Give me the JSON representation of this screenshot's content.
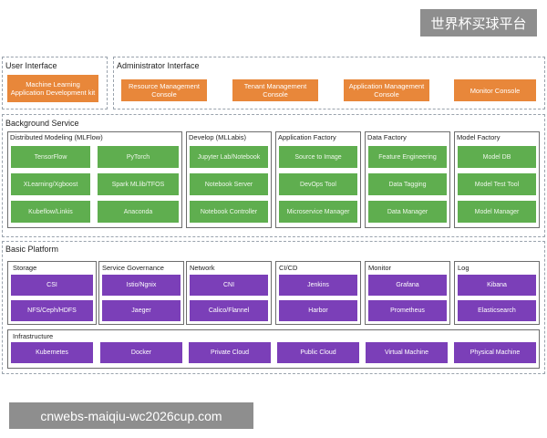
{
  "watermark_top": "世界杯买球平台",
  "watermark_bottom": "cnwebs-maiqiu-wc2026cup.com",
  "top_row": {
    "user_interface": {
      "title": "User Interface",
      "items": [
        "Machine Learning Application Development kit"
      ]
    },
    "admin_interface": {
      "title": "Administrator Interface",
      "items": [
        "Resource Management Console",
        "Tenant Management Console",
        "Application Management Console",
        "Monitor Console"
      ]
    }
  },
  "background_service": {
    "title": "Background Service",
    "groups": [
      {
        "title": "Distributed Modeling (MLFlow)",
        "items": [
          "TensorFlow",
          "PyTorch",
          "XLearning/Xgboost",
          "Spark MLlib/TFOS",
          "Kubeflow/Linkis",
          "Anaconda"
        ]
      },
      {
        "title": "Develop (MLLabis)",
        "items": [
          "Jupyter Lab/Notebook",
          "Notebook Server",
          "Notebook Controller"
        ]
      },
      {
        "title": "Application Factory",
        "items": [
          "Source to Image",
          "DevOps Tool",
          "Microservice Manager"
        ]
      },
      {
        "title": "Data Factory",
        "items": [
          "Feature Engineering",
          "Data Tagging",
          "Data Manager"
        ]
      },
      {
        "title": "Model Factory",
        "items": [
          "Model DB",
          "Model Test Tool",
          "Model Manager"
        ]
      }
    ]
  },
  "basic_platform": {
    "title": "Basic Platform",
    "groups": [
      {
        "title": "Storage",
        "items": [
          "CSI",
          "NFS/Ceph/HDFS"
        ]
      },
      {
        "title": "Service Governance",
        "items": [
          "Istio/Ngnix",
          "Jaeger"
        ]
      },
      {
        "title": "Network",
        "items": [
          "CNI",
          "Calico/Flannel"
        ]
      },
      {
        "title": "CI/CD",
        "items": [
          "Jenkins",
          "Harbor"
        ]
      },
      {
        "title": "Monitor",
        "items": [
          "Grafana",
          "Prometheus"
        ]
      },
      {
        "title": "Log",
        "items": [
          "Kibana",
          "Elasticsearch"
        ]
      }
    ],
    "infrastructure": {
      "title": "Infrastructure",
      "items": [
        "Kubernetes",
        "Docker",
        "Private Cloud",
        "Public Cloud",
        "Virtual Machine",
        "Physical Machine"
      ]
    }
  }
}
